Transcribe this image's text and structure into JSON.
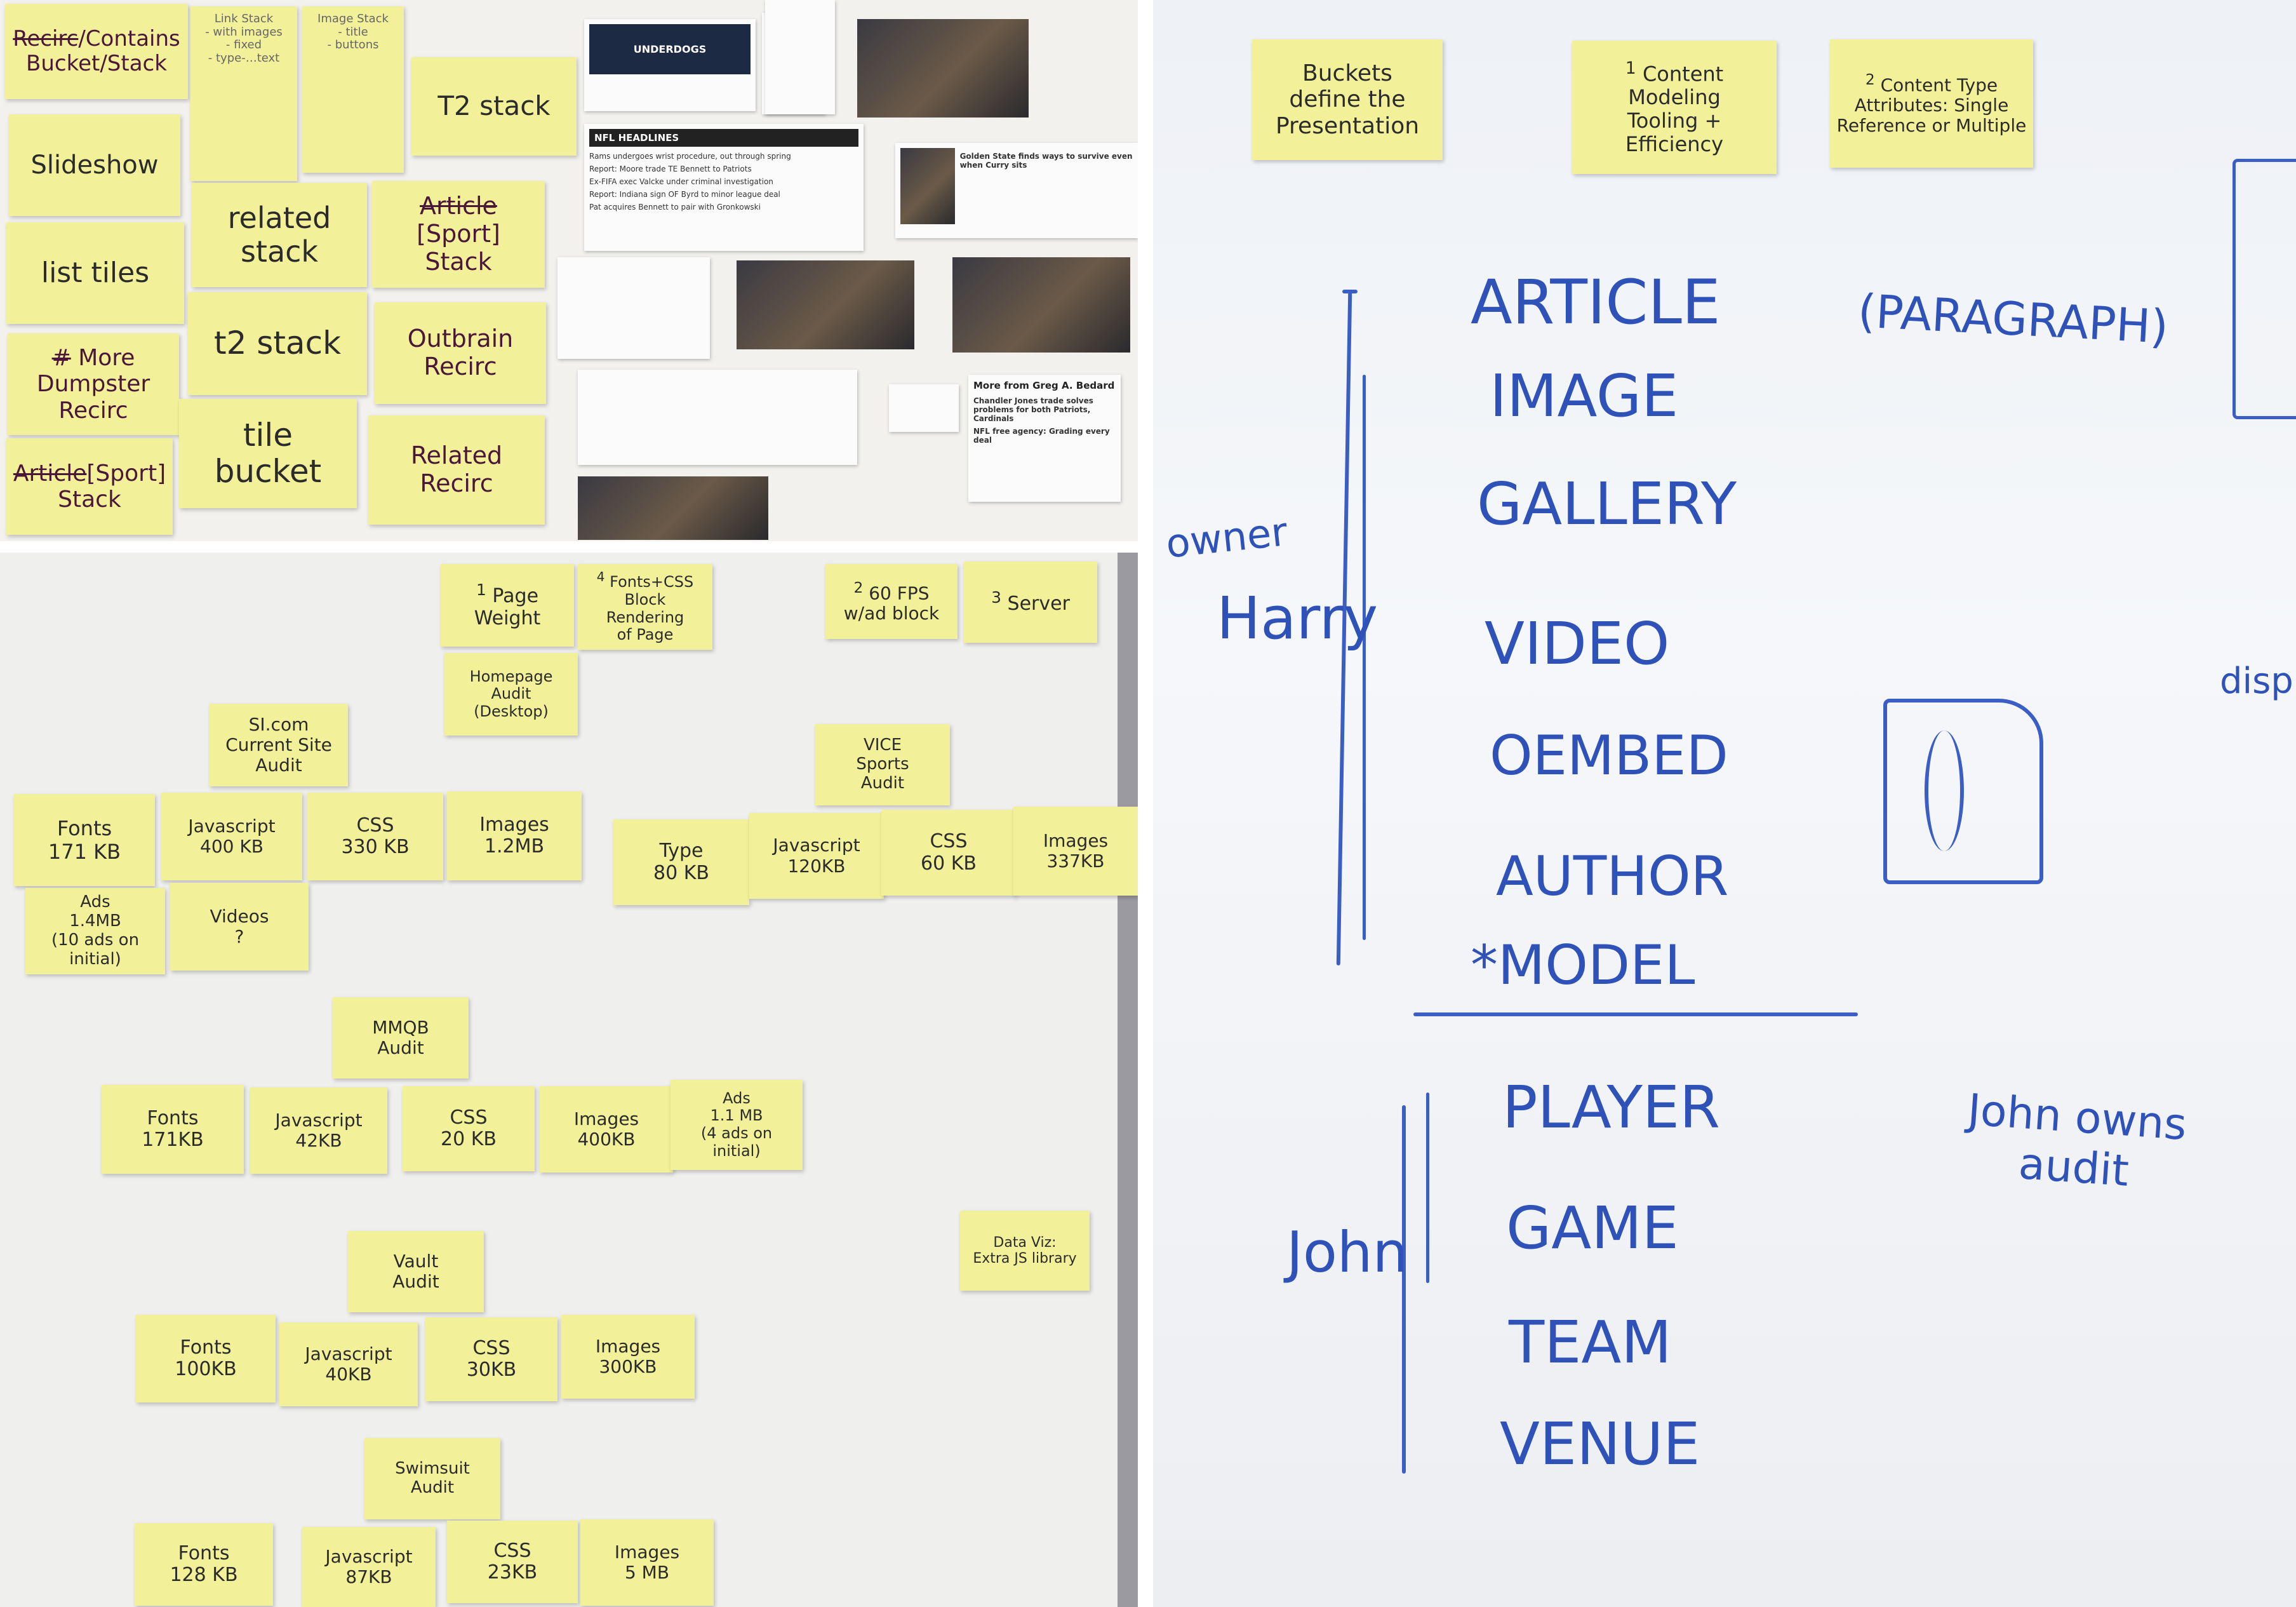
{
  "colors": {
    "sticky": "#f3f09a",
    "marker_blue": "#2f52b8",
    "maroon": "#4a1738",
    "wall_panel1": "#f2f1ee",
    "wall_panel2": "#efefed"
  },
  "panel1": {
    "notes": {
      "recirc_bucket": {
        "struck": "Recirc",
        "rest": "/Contains\nBucket/Stack"
      },
      "link_stack": "Link Stack\n- with images\n- fixed\n- type-…text",
      "image_stack": "Image Stack\n- title\n- buttons",
      "slideshow": "Slideshow",
      "list_tiles": "list tiles",
      "more_dumpster": {
        "struck": "#",
        "rest": "More\nDumpster\nRecirc"
      },
      "article_sport_stack_left": {
        "struck": "Article",
        "rest": "[Sport]\nStack"
      },
      "related_stack": "related\nstack",
      "t2_stack_lower": "t2 stack",
      "tile_bucket": "tile\nbucket",
      "t2_stack_upper": "T2 stack",
      "article_sport_stack_right": {
        "struck": "Article",
        "rest": "[Sport]\nStack"
      },
      "outbrain_recirc": "Outbrain\nRecirc",
      "related_recirc": "Related\nRecirc"
    },
    "prints": {
      "nfl_headlines": {
        "title": "NFL HEADLINES",
        "lines": [
          "Rams undergoes wrist procedure, out through spring",
          "Report: Moore trade TE Bennett to Patriots",
          "Ex-FIFA exec Valcke under criminal investigation",
          "Report: Indiana sign OF Byrd to minor league deal",
          "Pat acquires Bennett to pair with Gronkowski"
        ]
      },
      "underdogs": "UNDERDOGS",
      "more_from": {
        "title": "More from Greg A. Bedard",
        "items": [
          "Chandler Jones trade solves problems for both Patriots, Cardinals",
          "NFL free agency: Grading every deal"
        ]
      },
      "warriors": "Golden State finds ways to survive even when Curry sits"
    }
  },
  "panel2": {
    "top_notes": {
      "page_weight": {
        "num": "1",
        "text": "Page Weight"
      },
      "fonts_css": {
        "num": "4",
        "text": "Fonts+CSS\nBlock Rendering\nof Page"
      },
      "fps": {
        "num": "2",
        "text": "60 FPS\nw/ad block"
      },
      "server": {
        "num": "3",
        "text": "Server"
      },
      "homepage_audit": "Homepage\nAudit\n(Desktop)"
    },
    "si": {
      "header": "SI.com\nCurrent Site\nAudit",
      "fonts": "Fonts\n171 KB",
      "javascript": "Javascript\n400 KB",
      "css": "CSS\n330 KB",
      "images": "Images\n1.2MB",
      "ads": "Ads\n1.4MB\n(10 ads on initial)",
      "videos": "Videos\n?"
    },
    "vice": {
      "header": "VICE\nSports\nAudit",
      "type": "Type\n80 KB",
      "javascript": "Javascript\n120KB",
      "css": "CSS\n60 KB",
      "images": "Images\n337KB"
    },
    "mmqb": {
      "header": "MMQB\nAudit",
      "fonts": "Fonts\n171KB",
      "javascript": "Javascript\n42KB",
      "css": "CSS\n20 KB",
      "images": "Images\n400KB",
      "ads": "Ads\n1.1 MB\n(4 ads on initial)"
    },
    "dataviz": "Data Viz:\nExtra JS library",
    "vault": {
      "header": "Vault\nAudit",
      "fonts": "Fonts\n100KB",
      "javascript": "Javascript\n40KB",
      "css": "CSS\n30KB",
      "images": "Images\n300KB"
    },
    "swimsuit": {
      "header": "Swimsuit\nAudit",
      "fonts": "Fonts\n128 KB",
      "javascript": "Javascript\n87KB",
      "css": "CSS\n23KB",
      "images": "Images\n5 MB"
    }
  },
  "panel3": {
    "notes": {
      "buckets": "Buckets\ndefine the\nPresentation",
      "content_modeling": {
        "num": "1",
        "text": "Content Modeling\nTooling + Efficiency"
      },
      "content_type": {
        "num": "2",
        "text": "Content Type\nAttributes: Single\nReference or Multiple"
      }
    },
    "owner_label": "owner",
    "harry": "Harry",
    "harry_items": [
      "ARTICLE",
      "IMAGE",
      "GALLERY",
      "VIDEO",
      "OEMBED",
      "AUTHOR",
      "*MODEL"
    ],
    "paragraph": "(PARAGRAPH)",
    "john": "John",
    "john_items": [
      "PLAYER",
      "GAME",
      "TEAM",
      "VENUE"
    ],
    "john_owns": "John owns\naudit",
    "edge_text": "disp"
  }
}
